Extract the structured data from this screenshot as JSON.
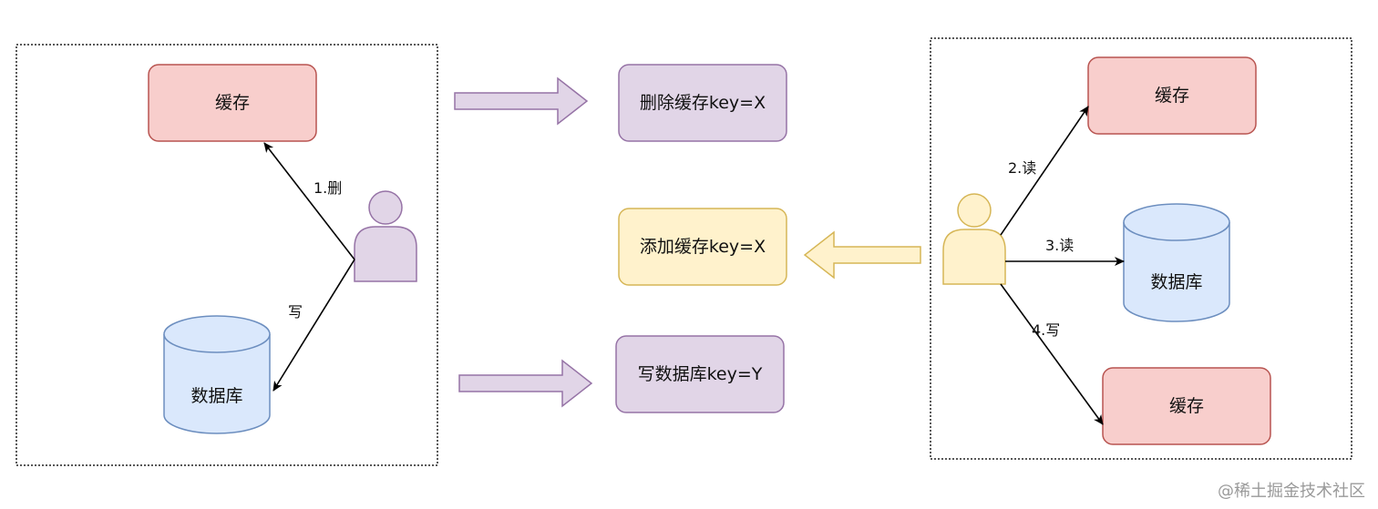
{
  "left_panel": {
    "cache_label": "缓存",
    "db_label": "数据库",
    "edge_delete": "1.删",
    "edge_write": "写"
  },
  "steps": {
    "delete_cache": "删除缓存key=X",
    "add_cache": "添加缓存key=X",
    "write_db": "写数据库key=Y"
  },
  "right_panel": {
    "cache_top_label": "缓存",
    "db_label": "数据库",
    "cache_bottom_label": "缓存",
    "edge_read_cache": "2.读",
    "edge_read_db": "3.读",
    "edge_write_cache": "4.写"
  },
  "watermark": "@稀土掘金技术社区",
  "colors": {
    "cache_fill": "#f8cecc",
    "cache_stroke": "#b85450",
    "db_fill": "#dae8fc",
    "db_stroke": "#6c8ebf",
    "purple_fill": "#e1d5e7",
    "purple_stroke": "#9673a6",
    "yellow_fill": "#fff2cc",
    "yellow_stroke": "#d6b656"
  }
}
